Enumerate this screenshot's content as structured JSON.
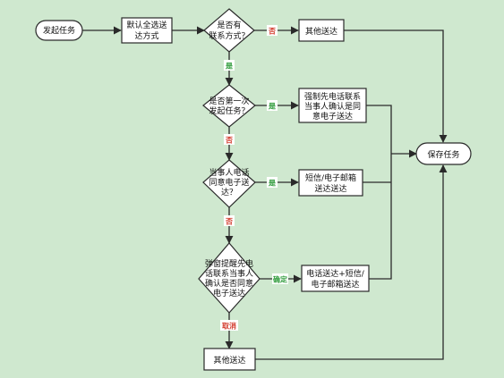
{
  "colors": {
    "background": "#cfe8cf",
    "node_fill": "#ffffff",
    "stroke": "#2a2a2a",
    "yes": "#2e9b3a",
    "no": "#d33a2c",
    "label_bg": "#ffffff"
  },
  "nodes": {
    "start": {
      "text": "发起任务"
    },
    "default_all": {
      "line1": "默认全选送",
      "line2": "达方式"
    },
    "has_contact": {
      "line1": "是否有",
      "line2": "联系方式？"
    },
    "other_top": {
      "text": "其他送达"
    },
    "first_time": {
      "line1": "是否第一次",
      "line2": "发起任务？"
    },
    "force_phone": {
      "line1": "强制先电话联系",
      "line2": "当事人确认是同",
      "line3": "意电子送达"
    },
    "agree_phone": {
      "line1": "当事人电话",
      "line2": "同意电子送",
      "line3": "达？"
    },
    "sms_email": {
      "line1": "短信/电子邮箱",
      "line2": "送达送达"
    },
    "popup_confirm": {
      "line1": "弹窗提醒先电",
      "line2": "话联系当事人",
      "line3": "确认是否同意",
      "line4": "电子送达"
    },
    "phone_sms_email": {
      "line1": "电话送达+短信/",
      "line2": "电子邮箱送达"
    },
    "other_bottom": {
      "text": "其他送达"
    },
    "save": {
      "text": "保存任务"
    }
  },
  "edges": {
    "no1": "否",
    "yes1": "是",
    "yes2": "是",
    "no2": "否",
    "yes3": "是",
    "no3": "否",
    "confirm": "确定",
    "cancel": "取消"
  }
}
